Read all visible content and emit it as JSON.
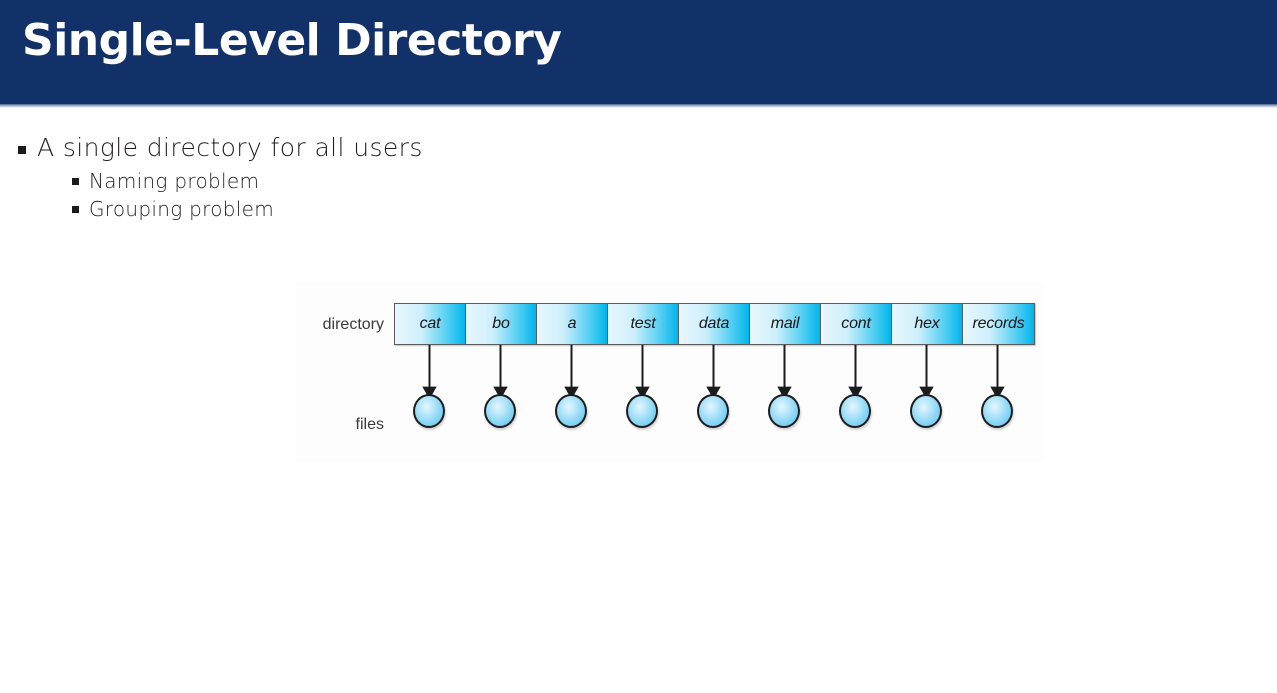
{
  "slide": {
    "title": "Single-Level Directory",
    "header_color": "#123169",
    "title_color": "#ffffff",
    "background_color": "#ffffff"
  },
  "bullets": [
    {
      "level": 1,
      "text": "A single directory for all users"
    },
    {
      "level": 2,
      "text": "Naming problem"
    },
    {
      "level": 2,
      "text": "Grouping problem"
    }
  ],
  "figure": {
    "directory_label": "directory",
    "files_label": "files",
    "cell_gradient_from": "#e9f7fd",
    "cell_gradient_to": "#00b5ec",
    "circle_color": "#86d5f5",
    "entries": [
      {
        "name": "cat"
      },
      {
        "name": "bo"
      },
      {
        "name": "a"
      },
      {
        "name": "test"
      },
      {
        "name": "data"
      },
      {
        "name": "mail"
      },
      {
        "name": "cont"
      },
      {
        "name": "hex"
      },
      {
        "name": "records"
      }
    ]
  }
}
